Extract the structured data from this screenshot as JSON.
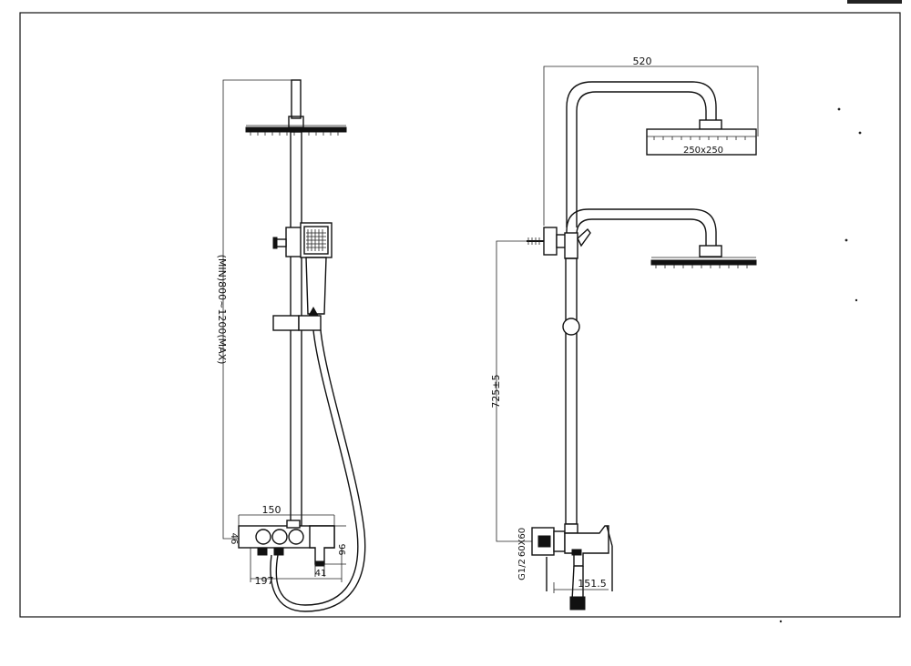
{
  "dimensions": {
    "height_range": "(MIN)800~1200(MAX)",
    "top_offset": "46",
    "valve_width": "150",
    "valve_depth": "197",
    "spout_drop": "96",
    "spout_width": "41",
    "arm_reach": "520",
    "head_size": "250x250",
    "inlet_height": "725±5",
    "flange_size": "60X60",
    "thread": "G1/2",
    "valve_projection": "151.5"
  }
}
